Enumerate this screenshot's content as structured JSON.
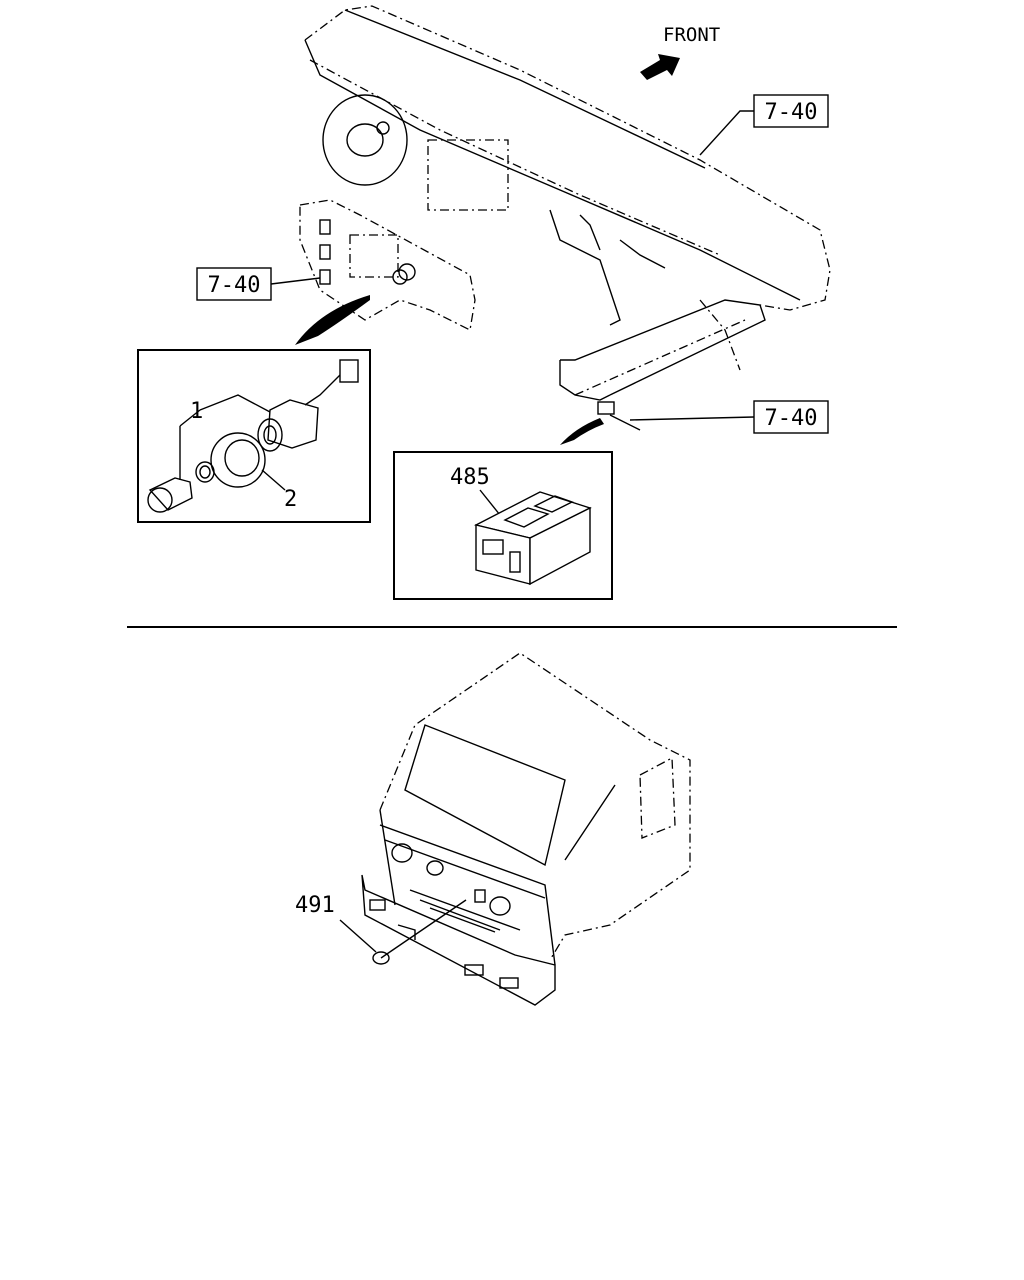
{
  "front_label": "FRONT",
  "callouts": {
    "ref_top_right": "7-40",
    "ref_left": "7-40",
    "ref_mid_right": "7-40",
    "part_1": "1",
    "part_2": "2",
    "part_485": "485",
    "part_491": "491"
  }
}
